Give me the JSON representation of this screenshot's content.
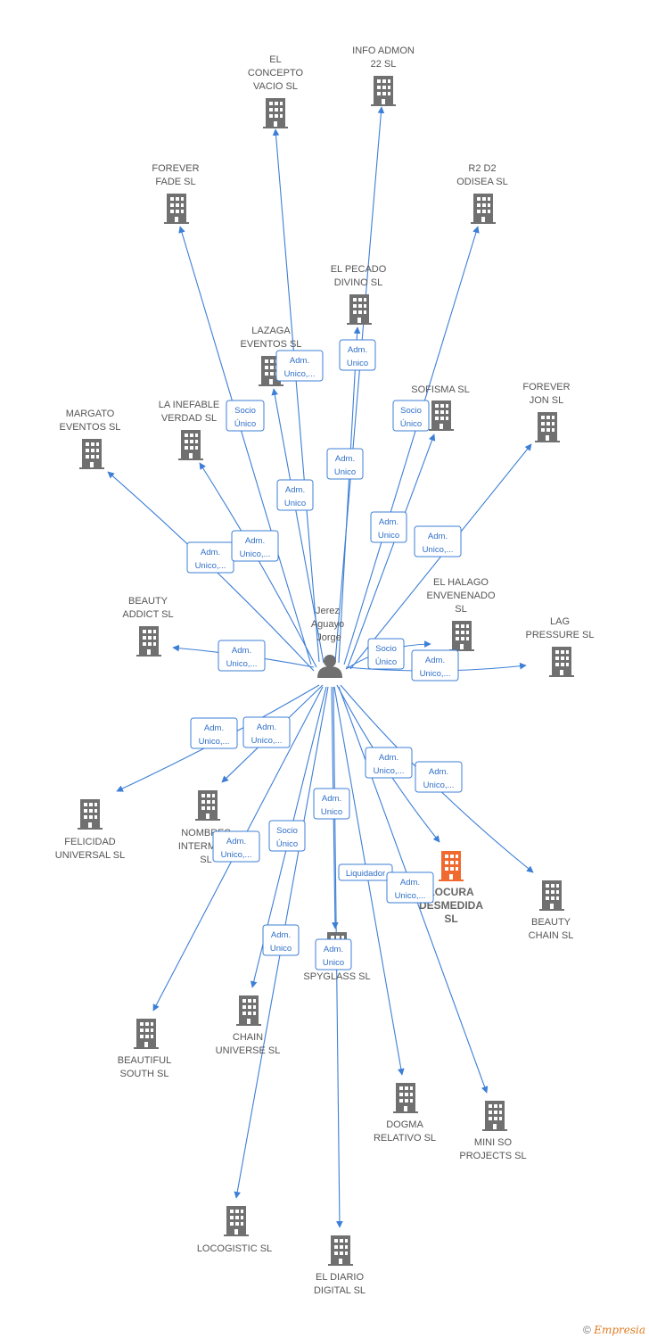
{
  "center": {
    "lines": [
      "Jerez",
      "Aguayo",
      "Jorge"
    ]
  },
  "nodes": [
    {
      "id": "el-concepto",
      "lines": [
        "EL",
        "CONCEPTO",
        "VACIO  SL"
      ],
      "highlight": false
    },
    {
      "id": "info-admon",
      "lines": [
        "INFO ADMON",
        "22  SL"
      ],
      "highlight": false
    },
    {
      "id": "forever-fade",
      "lines": [
        "FOREVER",
        "FADE  SL"
      ],
      "highlight": false
    },
    {
      "id": "r2d2",
      "lines": [
        "R2 D2",
        "ODISEA  SL"
      ],
      "highlight": false
    },
    {
      "id": "el-pecado",
      "lines": [
        "EL PECADO",
        "DIVINO  SL"
      ],
      "highlight": false
    },
    {
      "id": "lazaga",
      "lines": [
        "LAZAGA",
        "EVENTOS  SL"
      ],
      "highlight": false
    },
    {
      "id": "sofisma",
      "lines": [
        "SOFISMA  SL"
      ],
      "highlight": false
    },
    {
      "id": "forever-jon",
      "lines": [
        "FOREVER",
        "JON  SL"
      ],
      "highlight": false
    },
    {
      "id": "margato",
      "lines": [
        "MARGATO",
        "EVENTOS  SL"
      ],
      "highlight": false
    },
    {
      "id": "la-inefable",
      "lines": [
        "LA INEFABLE",
        "VERDAD  SL"
      ],
      "highlight": false
    },
    {
      "id": "el-halago",
      "lines": [
        "EL HALAGO",
        "ENVENENADO",
        "SL"
      ],
      "highlight": false
    },
    {
      "id": "beauty-addict",
      "lines": [
        "BEAUTY",
        "ADDICT  SL"
      ],
      "highlight": false
    },
    {
      "id": "lag-pressure",
      "lines": [
        "LAG",
        "PRESSURE  SL"
      ],
      "highlight": false
    },
    {
      "id": "felicidad",
      "lines": [
        "FELICIDAD",
        "UNIVERSAL  SL"
      ],
      "highlight": false
    },
    {
      "id": "nombres",
      "lines": [
        "NOMBRES",
        "INTERMIN...",
        "SL"
      ],
      "highlight": false
    },
    {
      "id": "locura",
      "lines": [
        "LOCURA",
        "DESMEDIDA",
        "SL"
      ],
      "highlight": true
    },
    {
      "id": "beauty-chain",
      "lines": [
        "BEAUTY",
        "CHAIN  SL"
      ],
      "highlight": false
    },
    {
      "id": "spyglass",
      "lines": [
        "SPYGLASS  SL"
      ],
      "highlight": false
    },
    {
      "id": "beautiful-south",
      "lines": [
        "BEAUTIFUL",
        "SOUTH  SL"
      ],
      "highlight": false
    },
    {
      "id": "chain-universe",
      "lines": [
        "CHAIN",
        "UNIVERSE  SL"
      ],
      "highlight": false
    },
    {
      "id": "dogma",
      "lines": [
        "DOGMA",
        "RELATIVO  SL"
      ],
      "highlight": false
    },
    {
      "id": "mini-so",
      "lines": [
        "MINI SO",
        "PROJECTS  SL"
      ],
      "highlight": false
    },
    {
      "id": "locogistic",
      "lines": [
        "LOCOGISTIC  SL"
      ],
      "highlight": false
    },
    {
      "id": "el-diario",
      "lines": [
        "EL DIARIO",
        "DIGITAL  SL"
      ],
      "highlight": false
    }
  ],
  "roles": [
    {
      "lines": [
        "Adm.",
        "Unico,..."
      ]
    },
    {
      "lines": [
        "Adm.",
        "Unico"
      ]
    },
    {
      "lines": [
        "Socio",
        "Único"
      ]
    },
    {
      "lines": [
        "Adm.",
        "Unico"
      ]
    },
    {
      "lines": [
        "Socio",
        "Único"
      ]
    },
    {
      "lines": [
        "Adm.",
        "Unico"
      ]
    },
    {
      "lines": [
        "Adm.",
        "Unico"
      ]
    },
    {
      "lines": [
        "Adm.",
        "Unico,..."
      ]
    },
    {
      "lines": [
        "Adm.",
        "Unico,..."
      ]
    },
    {
      "lines": [
        "Adm.",
        "Unico,..."
      ]
    },
    {
      "lines": [
        "Adm.",
        "Unico,..."
      ]
    },
    {
      "lines": [
        "Socio",
        "Único"
      ]
    },
    {
      "lines": [
        "Adm.",
        "Unico,..."
      ]
    },
    {
      "lines": [
        "Adm.",
        "Unico,..."
      ]
    },
    {
      "lines": [
        "Adm.",
        "Unico,..."
      ]
    },
    {
      "lines": [
        "Adm.",
        "Unico,..."
      ]
    },
    {
      "lines": [
        "Adm.",
        "Unico,..."
      ]
    },
    {
      "lines": [
        "Adm.",
        "Unico"
      ]
    },
    {
      "lines": [
        "Adm.",
        "Unico,..."
      ]
    },
    {
      "lines": [
        "Socio",
        "Único"
      ]
    },
    {
      "lines": [
        "Liquidador"
      ]
    },
    {
      "lines": [
        "Adm.",
        "Unico,..."
      ]
    },
    {
      "lines": [
        "Adm.",
        "Unico"
      ]
    },
    {
      "lines": [
        "Adm.",
        "Unico"
      ]
    }
  ],
  "footer": {
    "copyright": "©",
    "brand": "Empresia"
  },
  "colors": {
    "edge": "#3d7fd6",
    "building": "#707070",
    "highlight": "#f06a30"
  }
}
